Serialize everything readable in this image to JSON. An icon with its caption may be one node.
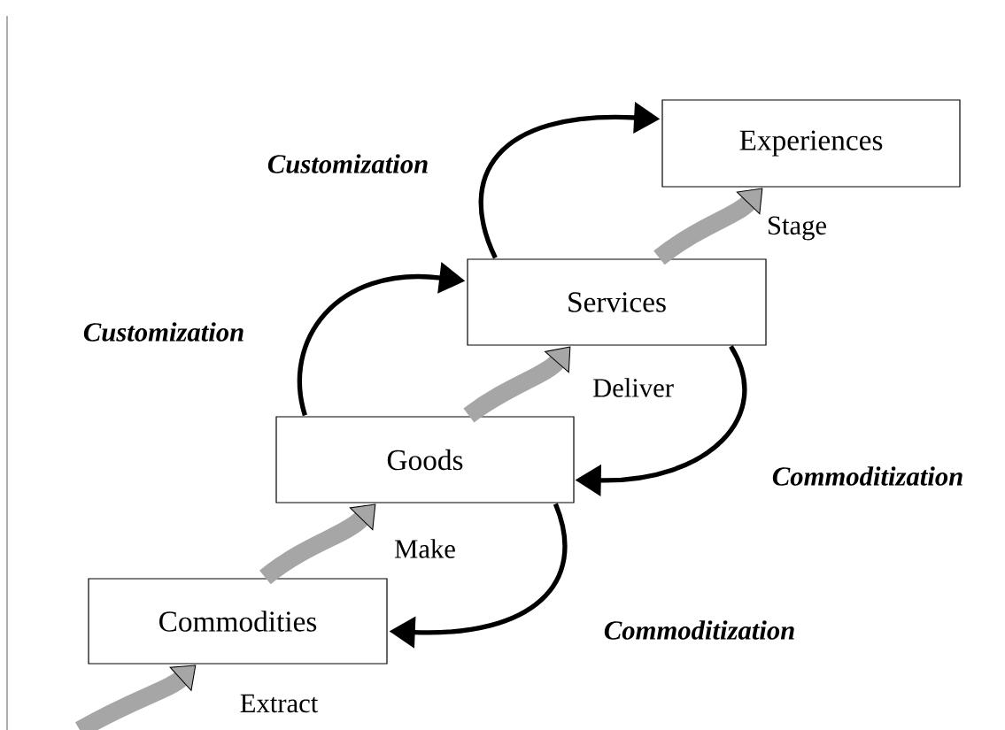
{
  "diagram": {
    "nodes": [
      {
        "text": [
          "Experiences"
        ]
      },
      {
        "text": [
          "Services"
        ]
      },
      {
        "text": [
          "Goods"
        ]
      },
      {
        "text": [
          "Commodities"
        ]
      }
    ],
    "edges": [
      {
        "from": 2,
        "to": 1,
        "arrow": "to",
        "label": "Customization"
      },
      {
        "from": 1,
        "to": 0,
        "arrow": "to",
        "label": "Customization"
      },
      {
        "from": 1,
        "to": 2,
        "arrow": "to",
        "label": "Commoditization"
      },
      {
        "from": 2,
        "to": 3,
        "arrow": "to",
        "label": "Commoditization"
      },
      {
        "from": 1,
        "to": 0,
        "arrow": "to",
        "label": "Stage",
        "style": "thick",
        "color": "#a6a6a6"
      },
      {
        "from": 2,
        "to": 1,
        "arrow": "to",
        "label": "Deliver",
        "style": "thick",
        "color": "#a6a6a6"
      },
      {
        "from": 3,
        "to": 2,
        "arrow": "to",
        "label": "Make",
        "style": "thick",
        "color": "#a6a6a6"
      },
      {
        "from": null,
        "to": 3,
        "arrow": "to",
        "label": "Extract",
        "style": "thick",
        "color": "#a6a6a6"
      }
    ]
  }
}
